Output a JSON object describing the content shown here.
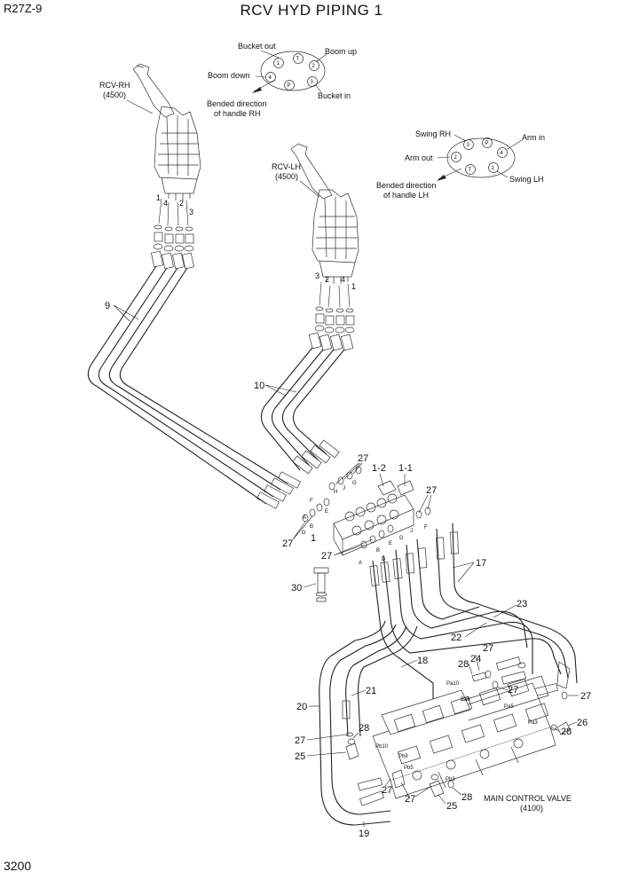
{
  "header": {
    "model": "R27Z-9",
    "title": "RCV HYD PIPING 1"
  },
  "footer": {
    "page_number": "3200"
  },
  "rcv_rh": {
    "name": "RCV-RH",
    "code": "(4500)",
    "port_labels": [
      "1",
      "4",
      "2",
      "3"
    ],
    "pattern": {
      "ports": [
        "1",
        "T",
        "2",
        "3",
        "P",
        "4"
      ],
      "bucket_out": "Bucket out",
      "boom_up": "Boom up",
      "boom_down": "Boom down",
      "bucket_in": "Bucket in",
      "bend_line1": "Bended direction",
      "bend_line2": "of handle RH"
    }
  },
  "rcv_lh": {
    "name": "RCV-LH",
    "code": "(4500)",
    "port_labels": [
      "3",
      "2",
      "4",
      "1"
    ],
    "pattern": {
      "ports": [
        "3",
        "P",
        "4",
        "1",
        "T",
        "2"
      ],
      "swing_rh": "Swing RH",
      "arm_in": "Arm in",
      "arm_out": "Arm out",
      "swing_lh": "Swing LH",
      "bend_line1": "Bended direction",
      "bend_line2": "of handle LH"
    }
  },
  "block_ports": {
    "upper": [
      "H",
      "J",
      "G",
      "F",
      "E",
      "A",
      "B",
      "D"
    ],
    "lower": [
      "J",
      "G",
      "E",
      "F",
      "A",
      "B",
      "D"
    ]
  },
  "pilot_ports": [
    "Pa10",
    "Pa8",
    "Pa5",
    "Pa3",
    "Pb10",
    "Pb8",
    "Pb5",
    "Pb3"
  ],
  "main_control_valve": {
    "name": "MAIN CONTROL VALVE",
    "code": "(4100)"
  },
  "callouts": {
    "c9": "9",
    "c10": "10",
    "c1": "1",
    "c1_2": "1-2",
    "c1_1": "1-1",
    "c27": "27",
    "c17": "17",
    "c23": "23",
    "c22": "22",
    "c24": "24",
    "c28": "28",
    "c18": "18",
    "c21": "21",
    "c20": "20",
    "c25": "25",
    "c26": "26",
    "c19": "19",
    "c30": "30"
  }
}
